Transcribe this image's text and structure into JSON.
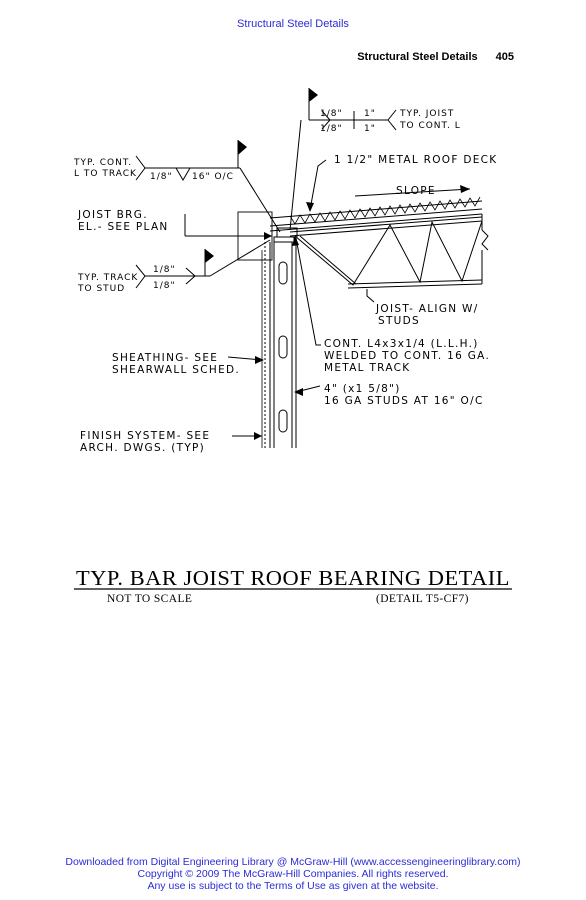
{
  "page": {
    "header_link": "Structural Steel Details",
    "running_title": "Structural Steel Details",
    "page_number": "405"
  },
  "drawing": {
    "weld_top": {
      "left": "1/8\"",
      "left2": "1/8\"",
      "right": "1\"",
      "right2": "1\"",
      "note1": "TYP. JOIST",
      "note2": "TO CONT. L"
    },
    "weld_left": {
      "note1": "TYP. CONT.",
      "note2": "L TO TRACK",
      "size": "1/8\"",
      "spacing": "16\" O/C"
    },
    "weld_stud": {
      "note1": "TYP. TRACK",
      "note2": "TO STUD",
      "size1": "1/8\"",
      "size2": "1/8\""
    },
    "labels": {
      "roof_deck": "1 1/2\" METAL ROOF DECK",
      "slope": "SLOPE",
      "joist_brg_1": "JOIST BRG.",
      "joist_brg_2": "EL.- SEE PLAN",
      "joist_align_1": "JOIST- ALIGN W/",
      "joist_align_2": "STUDS",
      "cont_angle_1": "CONT. L4x3x1/4 (L.L.H.)",
      "cont_angle_2": "WELDED TO CONT. 16 GA.",
      "cont_angle_3": "METAL TRACK",
      "sheathing_1": "SHEATHING- SEE",
      "sheathing_2": "SHEARWALL SCHED.",
      "studs_1": "4\" (x1 5/8\")",
      "studs_2": "16 GA STUDS AT 16\" O/C",
      "finish_1": "FINISH SYSTEM- SEE",
      "finish_2": "ARCH. DWGS. (TYP)"
    },
    "caption": {
      "title": "TYP. BAR JOIST ROOF BEARING DETAIL",
      "scale": "NOT TO SCALE",
      "detail_ref": "(DETAIL T5-CF7)"
    }
  },
  "footer": {
    "line1": "Downloaded from Digital Engineering Library @ McGraw-Hill (www.accessengineeringlibrary.com)",
    "line2": "Copyright © 2009 The McGraw-Hill Companies. All rights reserved.",
    "line3": "Any use is subject to the Terms of Use as given at the website."
  }
}
